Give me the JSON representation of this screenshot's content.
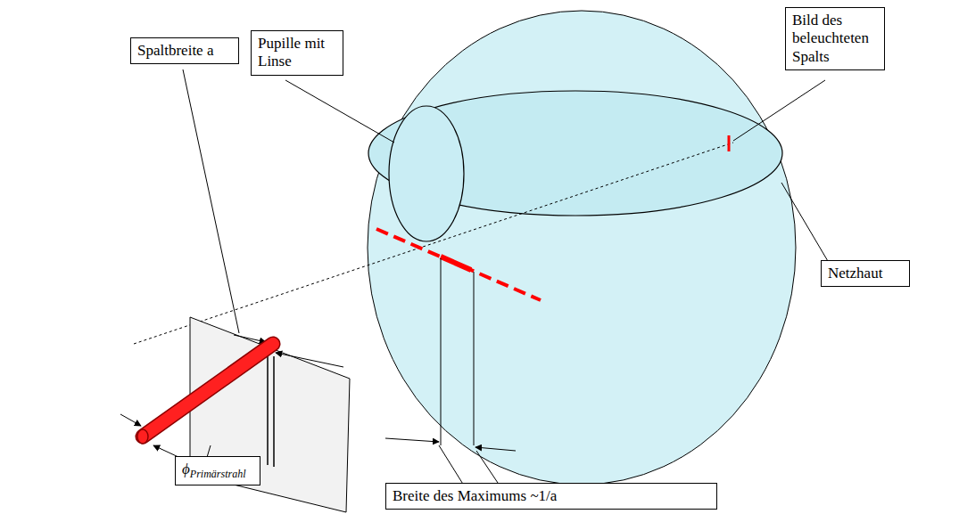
{
  "diagram": {
    "nodes": [
      {
        "text": [
          "Spaltbreite a"
        ]
      },
      {
        "text": [
          "Pupille mit Linse"
        ]
      },
      {
        "text": [
          "Bild des beleuchteten Spalts"
        ]
      },
      {
        "text": [
          "Netzhaut"
        ]
      },
      {
        "text": [
          "ϕ",
          "Primärstrahl"
        ]
      },
      {
        "text": [
          "Breite des Maximums ~1/a"
        ]
      }
    ]
  }
}
